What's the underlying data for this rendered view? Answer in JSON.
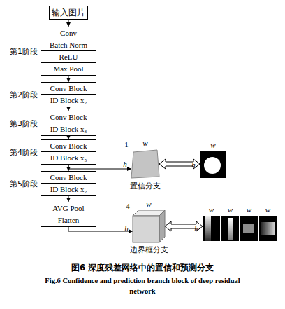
{
  "diagram": {
    "caption": "图6 深度残差网络中的置信和预测分支",
    "nodes": [
      {
        "text": [
          "输入图片"
        ]
      },
      {
        "text": [
          "第1阶段",
          "Conv",
          "Batch Norm",
          "ReLU",
          "Max Pool"
        ]
      },
      {
        "text": [
          "第2阶段",
          "Conv Block",
          "ID Block x₂"
        ]
      },
      {
        "text": [
          "第3阶段",
          "Conv Block",
          "ID Block x₃"
        ]
      },
      {
        "text": [
          "第4阶段",
          "Conv Block",
          "ID Block x₅"
        ]
      },
      {
        "text": [
          "第5阶段",
          "Conv Block",
          "ID Block x₂"
        ]
      },
      {
        "text": [
          "AVG Pool",
          "Flatten"
        ]
      },
      {
        "text": [
          "1",
          "w",
          "h",
          "置信分支"
        ]
      },
      {
        "text": [
          "w",
          "h"
        ]
      },
      {
        "text": [
          "4",
          "w",
          "h",
          "边界框分支"
        ]
      },
      {
        "text": [
          "w",
          "w",
          "w",
          "w",
          "h"
        ]
      }
    ],
    "edges": [
      {
        "from": 0,
        "to": 1,
        "arrow": "to"
      },
      {
        "from": 1,
        "to": 2,
        "arrow": "to"
      },
      {
        "from": 2,
        "to": 3,
        "arrow": "to"
      },
      {
        "from": 3,
        "to": 4,
        "arrow": "to"
      },
      {
        "from": 4,
        "to": 5,
        "arrow": "to"
      },
      {
        "from": 5,
        "to": 6,
        "arrow": "to"
      },
      {
        "from": 4,
        "to": 7,
        "arrow": "to"
      },
      {
        "from": 7,
        "to": 8,
        "arrow": "both"
      },
      {
        "from": 6,
        "to": 9,
        "arrow": "to"
      },
      {
        "from": 9,
        "to": 10,
        "arrow": "both"
      }
    ],
    "labels": [
      "Fig.6 Confidence and prediction branch block of deep residual network"
    ]
  }
}
